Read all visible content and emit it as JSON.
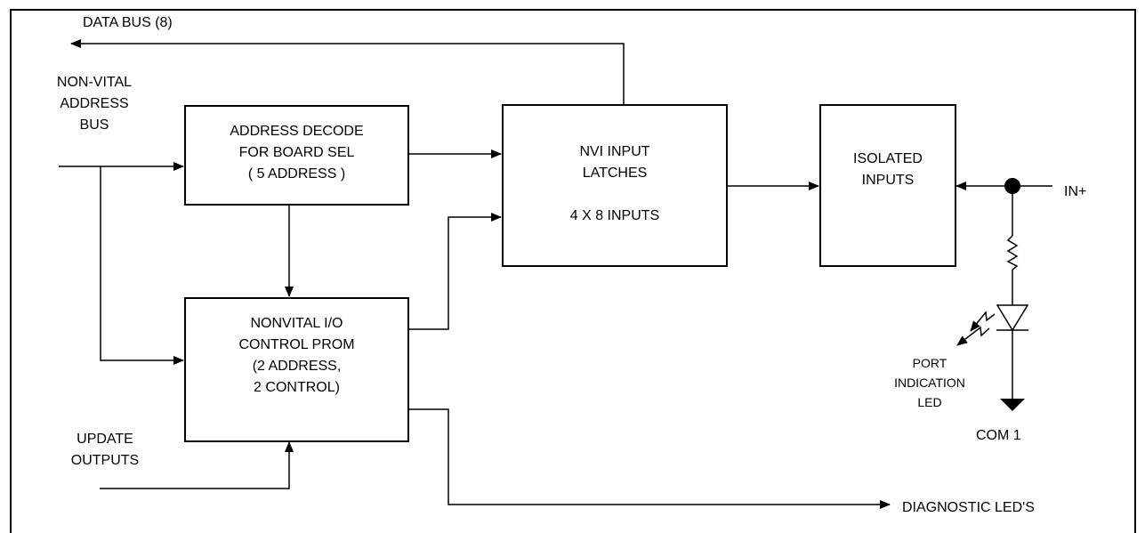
{
  "labels": {
    "data_bus": "DATA BUS  (8)",
    "non_vital_address_bus": [
      "NON-VITAL",
      "ADDRESS",
      "BUS"
    ],
    "update_outputs": [
      "UPDATE",
      "OUTPUTS"
    ],
    "in_plus": "IN+",
    "port_indication_led": [
      "PORT",
      "INDICATION",
      "LED"
    ],
    "com1": "COM 1",
    "diagnostic_leds": "DIAGNOSTIC LED'S"
  },
  "blocks": {
    "address_decode": [
      "ADDRESS DECODE",
      "FOR BOARD SEL",
      "( 5 ADDRESS )"
    ],
    "nonvital_prom": [
      "NONVITAL I/O",
      "CONTROL PROM",
      "(2 ADDRESS,",
      "2 CONTROL)"
    ],
    "nvi_latches": [
      "NVI INPUT",
      "LATCHES",
      "",
      "4 X 8 INPUTS"
    ],
    "isolated_inputs": [
      "ISOLATED",
      "INPUTS"
    ]
  }
}
